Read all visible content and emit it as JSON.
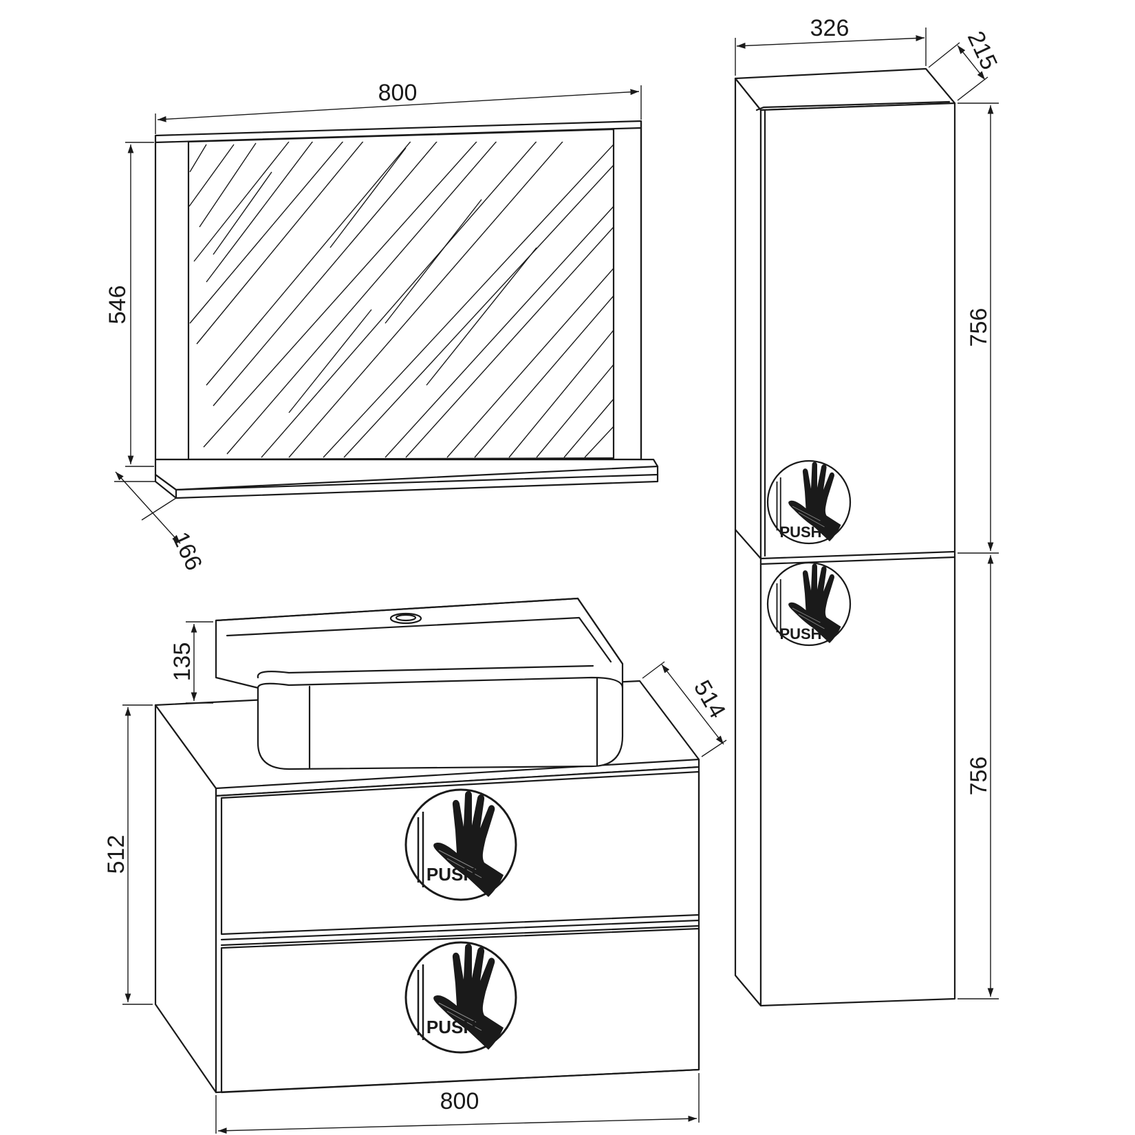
{
  "dimensions": {
    "mirror_width": "800",
    "mirror_height": "546",
    "mirror_depth": "166",
    "cabinet_width": "326",
    "cabinet_depth": "215",
    "cabinet_upper_height": "756",
    "cabinet_lower_height": "756",
    "basin_height": "135",
    "vanity_depth": "514",
    "vanity_height": "512",
    "vanity_width": "800"
  },
  "push_label": "PUSH",
  "colors": {
    "line": "#1a1a1a",
    "background": "#ffffff"
  },
  "icons": [
    "push-hand-icon",
    "arrowhead"
  ]
}
